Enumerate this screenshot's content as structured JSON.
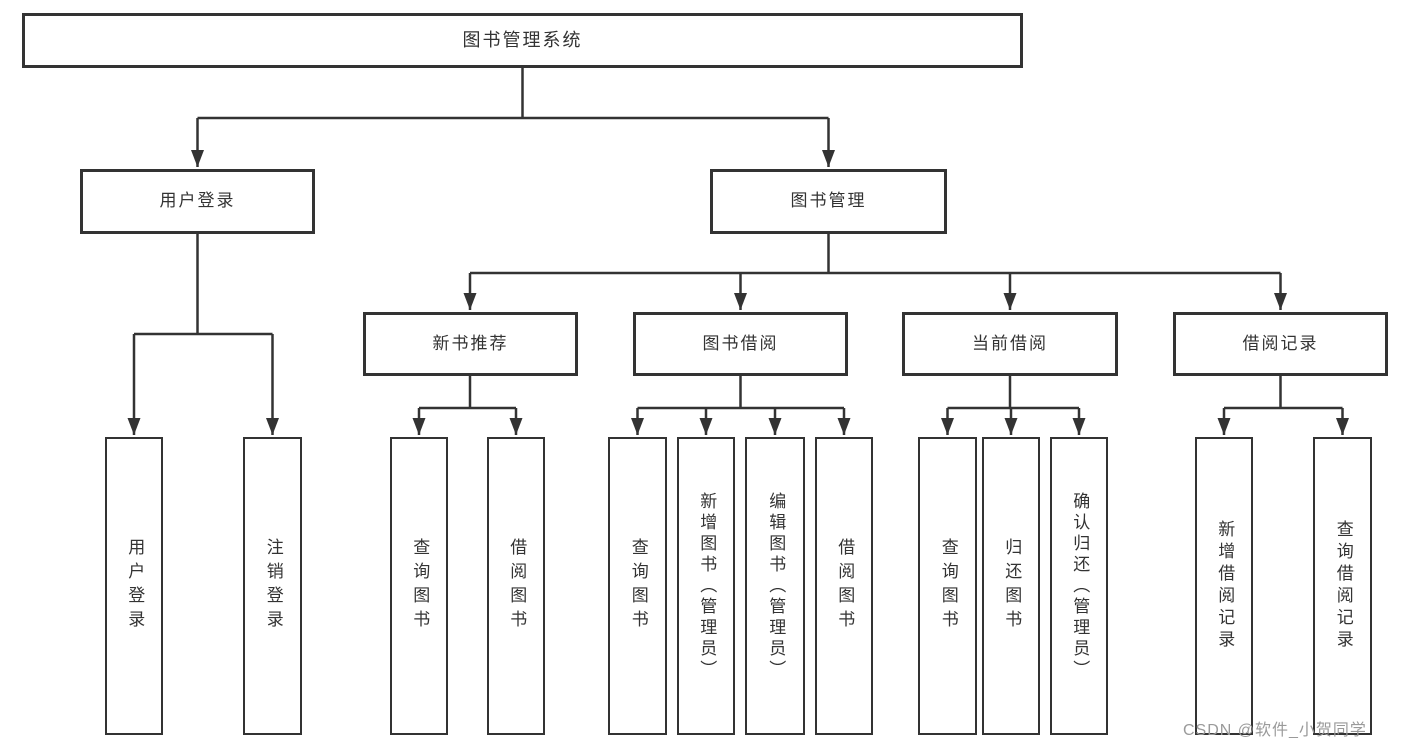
{
  "tree": {
    "label": "图书管理系统",
    "children": [
      {
        "label": "用户登录",
        "children": [
          {
            "label": "用户登录"
          },
          {
            "label": "注销登录"
          }
        ]
      },
      {
        "label": "图书管理",
        "children": [
          {
            "label": "新书推荐",
            "children": [
              {
                "label": "查询图书"
              },
              {
                "label": "借阅图书"
              }
            ]
          },
          {
            "label": "图书借阅",
            "children": [
              {
                "label": "查询图书"
              },
              {
                "label": "新增图书（管理员）"
              },
              {
                "label": "编辑图书（管理员）"
              },
              {
                "label": "借阅图书"
              }
            ]
          },
          {
            "label": "当前借阅",
            "children": [
              {
                "label": "查询图书"
              },
              {
                "label": "归还图书"
              },
              {
                "label": "确认归还（管理员）"
              }
            ]
          },
          {
            "label": "借阅记录",
            "children": [
              {
                "label": "新增借阅记录"
              },
              {
                "label": "查询借阅记录"
              }
            ]
          }
        ]
      }
    ]
  },
  "watermark": "CSDN @软件_小贺同学",
  "colors": {
    "line": "#333333",
    "box_border": "#333333",
    "box_fill": "#ffffff",
    "text": "#333333",
    "background": "#ffffff",
    "watermark_text": "#9a9a9a"
  }
}
